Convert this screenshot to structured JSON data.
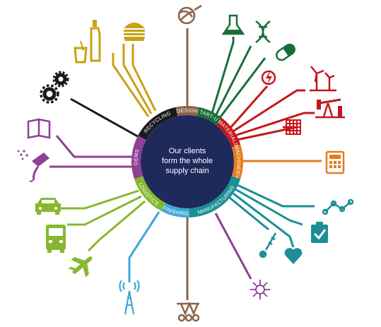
{
  "hub": {
    "lines": [
      "Our clients",
      "form the whole",
      "supply chain"
    ],
    "color": "#1e2a5c"
  },
  "segments": [
    {
      "label": "DESIGN",
      "color": "#8a6348"
    },
    {
      "label": "START-UP",
      "color": "#1a6e3a"
    },
    {
      "label": "MATERIALS",
      "color": "#c4161c"
    },
    {
      "label": "MACHINERY",
      "color": "#e57c1e"
    },
    {
      "label": "MANUFACTURING",
      "color": "#1a8f96"
    },
    {
      "label": "FINISHING",
      "color": "#3fa9d6"
    },
    {
      "label": "LOGISTICS",
      "color": "#86b82f"
    },
    {
      "label": "OEMS",
      "color": "#8e3f96"
    },
    {
      "label": "RECYCLING",
      "color": "#1a1a1a"
    }
  ],
  "icons": [
    {
      "name": "bottle-and-glass-icon",
      "color": "#c7a214"
    },
    {
      "name": "burger-icon",
      "color": "#c7a214"
    },
    {
      "name": "yarn-ball-icon",
      "color": "#8a6348"
    },
    {
      "name": "flask-icon",
      "color": "#1a6e3a"
    },
    {
      "name": "dna-icon",
      "color": "#1a6e3a"
    },
    {
      "name": "pill-icon",
      "color": "#1a6e3a"
    },
    {
      "name": "power-icon",
      "color": "#c4161c"
    },
    {
      "name": "wind-turbine-icon",
      "color": "#c4161c"
    },
    {
      "name": "oil-pump-icon",
      "color": "#c4161c"
    },
    {
      "name": "fabric-icon",
      "color": "#c4161c"
    },
    {
      "name": "calculator-icon",
      "color": "#e57c1e"
    },
    {
      "name": "line-graph-icon",
      "color": "#1a8f96"
    },
    {
      "name": "clipboard-check-icon",
      "color": "#1a8f96"
    },
    {
      "name": "heart-icon",
      "color": "#1a8f96"
    },
    {
      "name": "thermometer-icon",
      "color": "#1a8f96"
    },
    {
      "name": "molecule-icon",
      "color": "#8e3f96"
    },
    {
      "name": "loom-icon",
      "color": "#8a6348"
    },
    {
      "name": "radio-tower-icon",
      "color": "#3fa9d6"
    },
    {
      "name": "airplane-icon",
      "color": "#86b82f"
    },
    {
      "name": "truck-icon",
      "color": "#86b82f"
    },
    {
      "name": "car-icon",
      "color": "#86b82f"
    },
    {
      "name": "spray-gun-icon",
      "color": "#8e3f96"
    },
    {
      "name": "book-icon",
      "color": "#8e3f96"
    },
    {
      "name": "gears-icon",
      "color": "#1a1a1a"
    }
  ]
}
